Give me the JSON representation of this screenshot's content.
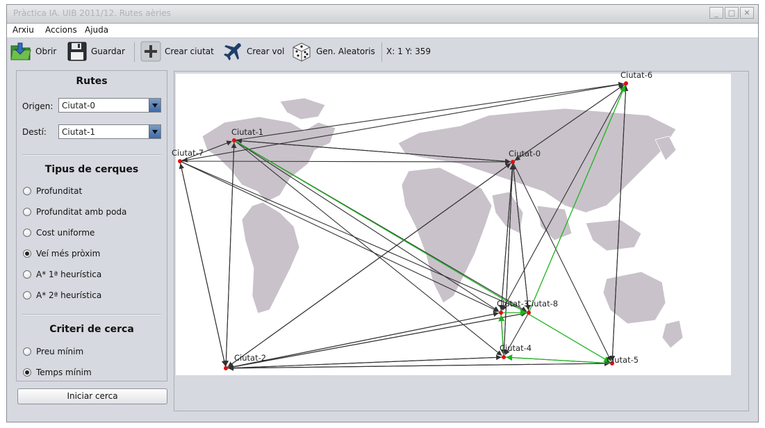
{
  "window": {
    "title": "Pràctica IA. UIB 2011/12. Rutes aèries",
    "buttons": [
      "_",
      "□",
      "✕"
    ]
  },
  "menubar": [
    "Arxiu",
    "Accions",
    "Ajuda"
  ],
  "toolbar": {
    "open": "Obrir",
    "save": "Guardar",
    "create_city": "Crear ciutat",
    "create_flight": "Crear vol",
    "random": "Gen. Aleatoris",
    "coords": "X: 1 Y: 359"
  },
  "routes": {
    "title": "Rutes",
    "origin_label": "Origen:",
    "origin_value": "Ciutat-0",
    "dest_label": "Destí:",
    "dest_value": "Ciutat-1"
  },
  "search_types": {
    "title": "Tipus de cerques",
    "options": [
      {
        "label": "Profunditat",
        "selected": false
      },
      {
        "label": "Profunditat amb poda",
        "selected": false
      },
      {
        "label": "Cost uniforme",
        "selected": false
      },
      {
        "label": "Veí més pròxim",
        "selected": true
      },
      {
        "label": "A* 1ª heurística",
        "selected": false
      },
      {
        "label": "A* 2ª heurística",
        "selected": false
      }
    ]
  },
  "criteria": {
    "title": "Criteri de cerca",
    "options": [
      {
        "label": "Preu mínim",
        "selected": false
      },
      {
        "label": "Temps mínim",
        "selected": true
      }
    ]
  },
  "start_button": "Iniciar cerca",
  "map": {
    "cities": [
      "Ciutat-0",
      "Ciutat-1",
      "Ciutat-2",
      "Ciutat-3",
      "Ciutat-4",
      "Ciutat-5",
      "Ciutat-6",
      "Ciutat-7",
      "Ciutat-8"
    ],
    "colors": {
      "route": "#333333",
      "path": "#1db41d",
      "city": "#e01010",
      "land": "#c9c2ca"
    }
  }
}
